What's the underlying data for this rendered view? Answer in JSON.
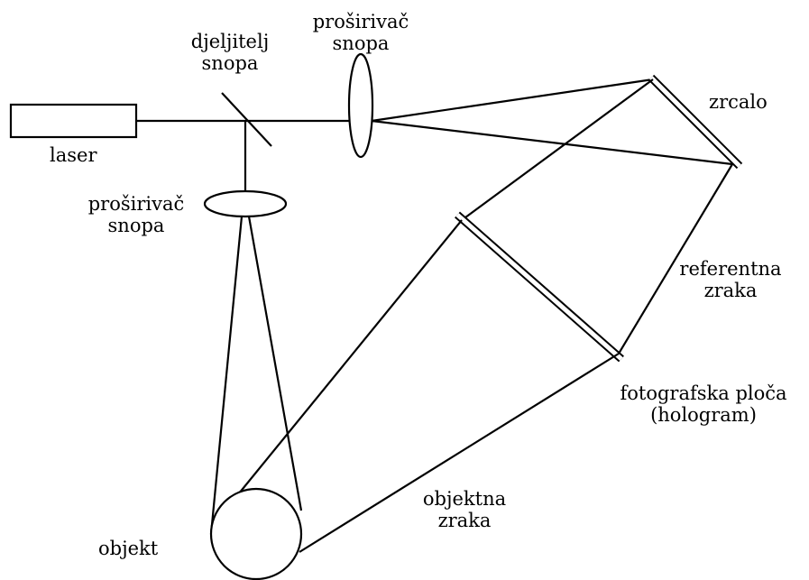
{
  "diagram": {
    "labels": {
      "laser": "laser",
      "beam_splitter_line1": "djeljitelj",
      "beam_splitter_line2": "snopa",
      "beam_expander_top_line1": "proširivač",
      "beam_expander_top_line2": "snopa",
      "beam_expander_left_line1": "proširivač",
      "beam_expander_left_line2": "snopa",
      "mirror": "zrcalo",
      "reference_beam_line1": "referentna",
      "reference_beam_line2": "zraka",
      "photo_plate_line1": "fotografska ploča",
      "photo_plate_line2": "(hologram)",
      "object_beam_line1": "objektna",
      "object_beam_line2": "zraka",
      "object": "objekt"
    },
    "colors": {
      "line": "#000000",
      "background": "#ffffff"
    }
  }
}
